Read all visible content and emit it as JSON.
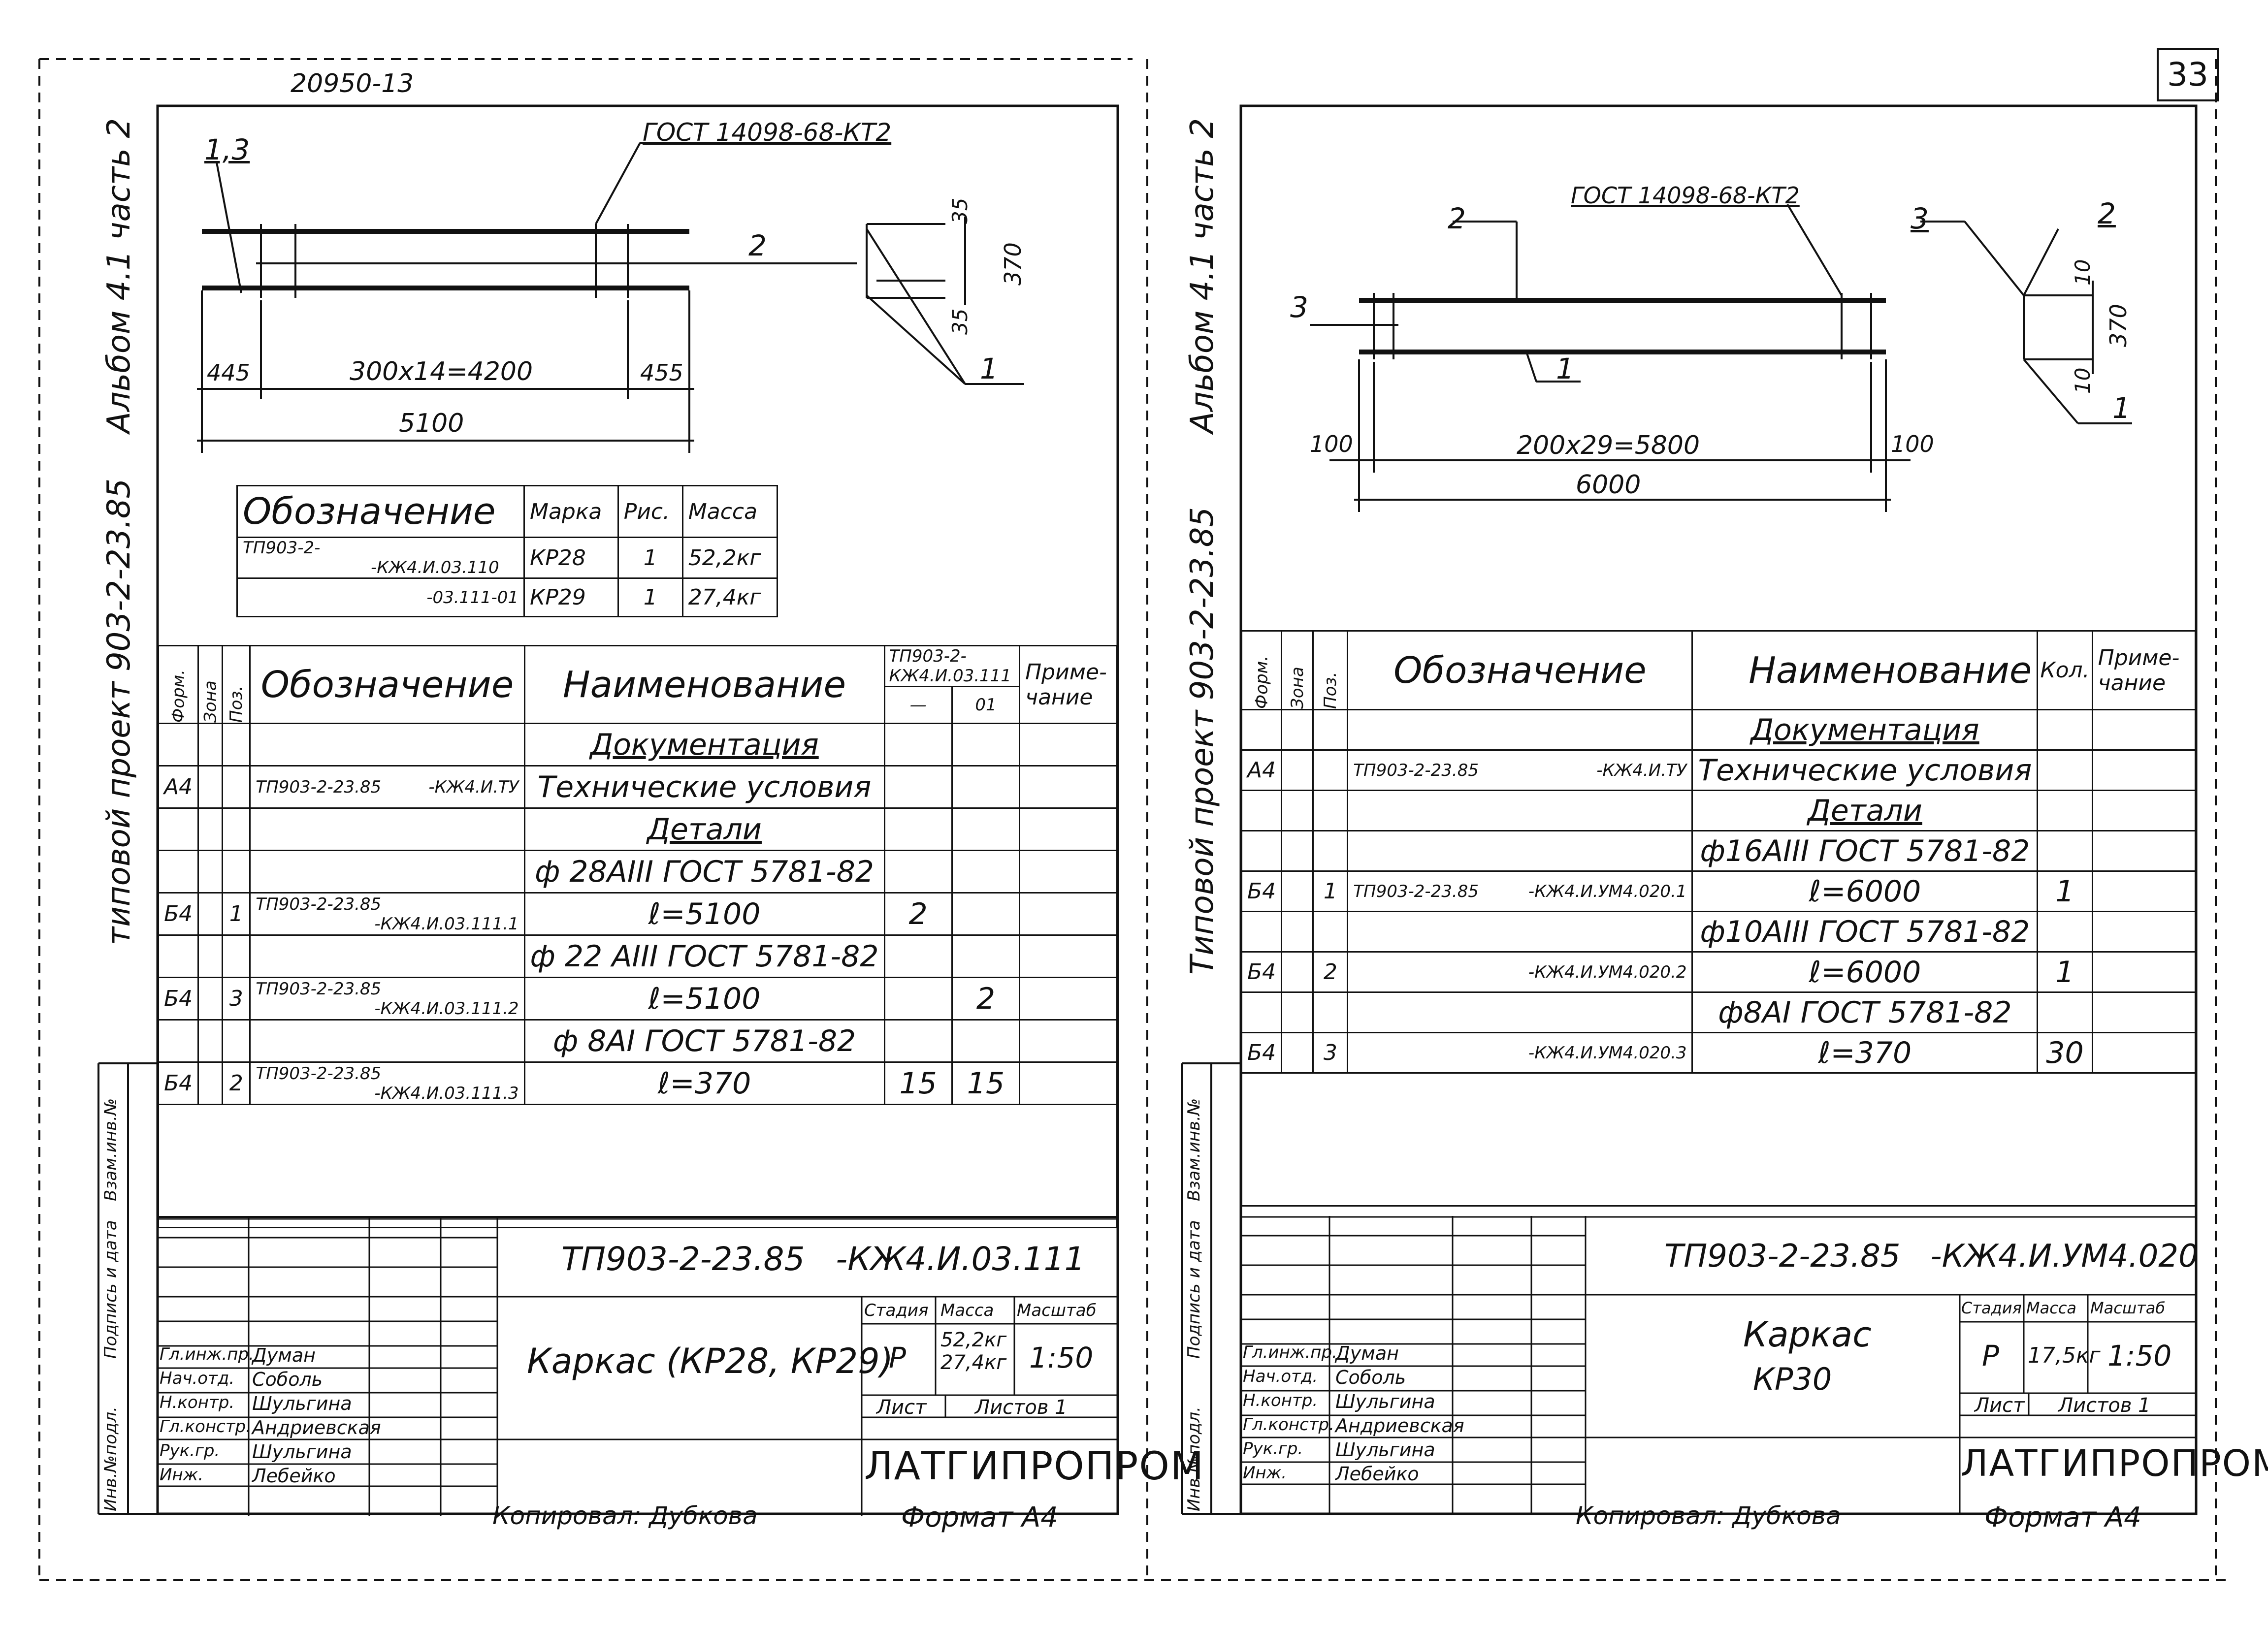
{
  "top_code": "20950-13",
  "page_number": "33",
  "left": {
    "side_labels": {
      "album": "Альбом 4.1 часть 2",
      "project": "типовой проект 903-2-23.85"
    },
    "stamp_side_labels": [
      "Инв.№подл.",
      "Подпись и дата",
      "Взам.инв.№"
    ],
    "drawing": {
      "gost": "ГОСТ 14098-68-КТ2",
      "pos_13": "1,3",
      "pos_2": "2",
      "pos_1": "1",
      "dim_445": "445",
      "dim_span": "300х14=4200",
      "dim_455": "455",
      "dim_total": "5100",
      "dim_35a": "35",
      "dim_370": "370",
      "dim_35b": "35"
    },
    "small_table": {
      "headers": [
        "Обозначение",
        "Марка",
        "Рис.",
        "Масса"
      ],
      "rows": [
        {
          "des1": "ТП903-2-",
          "des2": "-КЖ4.И.03.110",
          "mark": "КР28",
          "fig": "1",
          "mass": "52,2кг"
        },
        {
          "des1": "",
          "des2": "-03.111-01",
          "mark": "КР29",
          "fig": "1",
          "mass": "27,4кг"
        }
      ]
    },
    "spec": {
      "h_format": "Форм.",
      "h_zone": "Зона",
      "h_pos": "Поз.",
      "h_des": "Обозначение",
      "h_name": "Наименование",
      "h_doc": "ТП903-2-КЖ4.И.03.111",
      "h_v1": "—",
      "h_v2": "01",
      "h_note": "Приме-чание",
      "rows": [
        {
          "f": "",
          "p": "",
          "d1": "",
          "d2": "",
          "n": "Документация",
          "u": true,
          "a": "",
          "b": ""
        },
        {
          "f": "А4",
          "p": "",
          "d1": "ТП903-2-23.85",
          "d2": "-КЖ4.И.ТУ",
          "n": "Технические условия",
          "u": false,
          "a": "",
          "b": ""
        },
        {
          "f": "",
          "p": "",
          "d1": "",
          "d2": "",
          "n": "Детали",
          "u": true,
          "a": "",
          "b": ""
        },
        {
          "f": "",
          "p": "",
          "d1": "",
          "d2": "",
          "n": "ф 28АIII ГОСТ 5781-82",
          "u": false,
          "a": "",
          "b": ""
        },
        {
          "f": "Б4",
          "p": "1",
          "d1": "ТП903-2-23.85",
          "d2": "-КЖ4.И.03.111.1",
          "n": "ℓ=5100",
          "u": false,
          "a": "2",
          "b": ""
        },
        {
          "f": "",
          "p": "",
          "d1": "",
          "d2": "",
          "n": "ф 22 АIII ГОСТ 5781-82",
          "u": false,
          "a": "",
          "b": ""
        },
        {
          "f": "Б4",
          "p": "3",
          "d1": "ТП903-2-23.85",
          "d2": "-КЖ4.И.03.111.2",
          "n": "ℓ=5100",
          "u": false,
          "a": "",
          "b": "2"
        },
        {
          "f": "",
          "p": "",
          "d1": "",
          "d2": "",
          "n": "ф 8АI ГОСТ 5781-82",
          "u": false,
          "a": "",
          "b": ""
        },
        {
          "f": "Б4",
          "p": "2",
          "d1": "ТП903-2-23.85",
          "d2": "-КЖ4.И.03.111.3",
          "n": "ℓ=370",
          "u": false,
          "a": "15",
          "b": "15"
        }
      ]
    },
    "title_block": {
      "doc_code": "ТП903-2-23.85   -КЖ4.И.03.111",
      "title": "Каркас (КР28, КР29)",
      "stage_h": "Стадия",
      "mass_h": "Масса",
      "scale_h": "Масштаб",
      "stage": "Р",
      "mass": "52,2кг 27,4кг",
      "scale": "1:50",
      "sheet_h": "Лист",
      "sheets_h": "Листов 1",
      "org": "ЛАТГИПРОПРОМ",
      "roles": [
        "Гл.инж.пр.",
        "Нач.отд.",
        "Н.контр.",
        "Гл.констр.",
        "Рук.гр.",
        "Инж."
      ],
      "names": [
        "Думан",
        "Соболь",
        "Шульгина",
        "Андриевская",
        "Шульгина",
        "Лебейко"
      ]
    },
    "copied": "Копировал: Дубкова",
    "format": "Формат А4"
  },
  "right": {
    "side_labels": {
      "album": "Альбом 4.1 часть 2",
      "project": "Типовой проект 903-2-23.85"
    },
    "stamp_side_labels": [
      "Инв.№подл.",
      "Подпись и дата",
      "Взам.инв.№"
    ],
    "drawing": {
      "gost": "ГОСТ 14098-68-КТ2",
      "pos_2a": "2",
      "pos_3a": "3",
      "pos_1a": "1",
      "pos_3b": "3",
      "pos_2b": "2",
      "pos_1b": "1",
      "dim_100a": "100",
      "dim_span": "200х29=5800",
      "dim_100b": "100",
      "dim_total": "6000",
      "dim_10a": "10",
      "dim_370": "370",
      "dim_10b": "10"
    },
    "spec": {
      "h_format": "Форм.",
      "h_zone": "Зона",
      "h_pos": "Поз.",
      "h_des": "Обозначение",
      "h_name": "Наименование",
      "h_qty": "Кол.",
      "h_note": "Приме-чание",
      "rows": [
        {
          "f": "",
          "p": "",
          "d1": "",
          "d2": "",
          "n": "Документация",
          "u": true,
          "q": ""
        },
        {
          "f": "А4",
          "p": "",
          "d1": "ТП903-2-23.85",
          "d2": "-КЖ4.И.ТУ",
          "n": "Технические условия",
          "u": false,
          "q": ""
        },
        {
          "f": "",
          "p": "",
          "d1": "",
          "d2": "",
          "n": "Детали",
          "u": true,
          "q": ""
        },
        {
          "f": "",
          "p": "",
          "d1": "",
          "d2": "",
          "n": "ф16АIII ГОСТ 5781-82",
          "u": false,
          "q": ""
        },
        {
          "f": "Б4",
          "p": "1",
          "d1": "ТП903-2-23.85",
          "d2": "-КЖ4.И.УМ4.020.1",
          "n": "ℓ=6000",
          "u": false,
          "q": "1"
        },
        {
          "f": "",
          "p": "",
          "d1": "",
          "d2": "",
          "n": "ф10АIII ГОСТ 5781-82",
          "u": false,
          "q": ""
        },
        {
          "f": "Б4",
          "p": "2",
          "d1": "",
          "d2": "-КЖ4.И.УМ4.020.2",
          "n": "ℓ=6000",
          "u": false,
          "q": "1"
        },
        {
          "f": "",
          "p": "",
          "d1": "",
          "d2": "",
          "n": "ф8АI ГОСТ 5781-82",
          "u": false,
          "q": ""
        },
        {
          "f": "Б4",
          "p": "3",
          "d1": "",
          "d2": "-КЖ4.И.УМ4.020.3",
          "n": "ℓ=370",
          "u": false,
          "q": "30"
        }
      ]
    },
    "title_block": {
      "doc_code": "ТП903-2-23.85   -КЖ4.И.УМ4.020",
      "title1": "Каркас",
      "title2": "КР30",
      "stage_h": "Стадия",
      "mass_h": "Масса",
      "scale_h": "Масштаб",
      "stage": "Р",
      "mass": "17,5кг",
      "scale": "1:50",
      "sheet_h": "Лист",
      "sheets_h": "Листов 1",
      "org": "ЛАТГИПРОПРОМ",
      "roles": [
        "Гл.инж.пр.",
        "Нач.отд.",
        "Н.контр.",
        "Гл.констр.",
        "Рук.гр.",
        "Инж."
      ],
      "names": [
        "Думан",
        "Соболь",
        "Шульгина",
        "Андриевская",
        "Шульгина",
        "Лебейко"
      ]
    },
    "copied": "Копировал: Дубкова",
    "format": "Формат А4"
  }
}
